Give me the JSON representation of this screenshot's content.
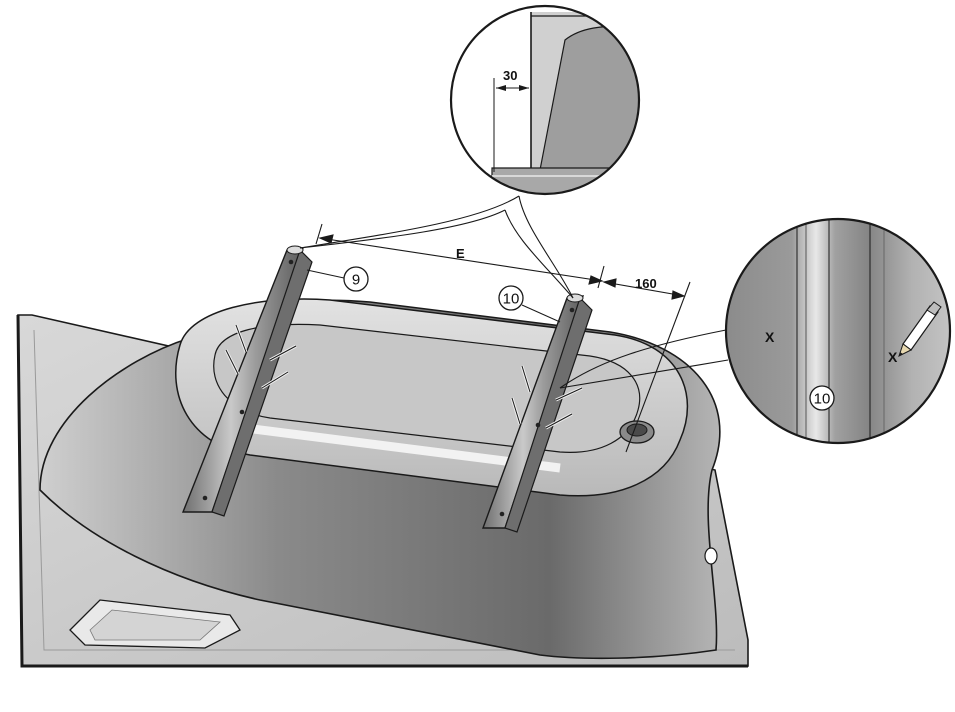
{
  "diagram": {
    "dimensions": {
      "inset_offset": "30",
      "rail_spacing": "E",
      "rail_to_drain": "160"
    },
    "callouts": {
      "rail_left": "9",
      "rail_right": "10",
      "inset_rail": "10"
    },
    "marks": {
      "mark_a": "X",
      "mark_b": "X"
    },
    "colors": {
      "outline": "#1a1a1a",
      "tub_light": "#d6d6d6",
      "tub_mid": "#a9a9a9",
      "tub_dark": "#6e6e6e",
      "rail": "#8e8e8e",
      "rail_highlight": "#e6e6e6",
      "background": "#ffffff"
    },
    "icons": [
      "pencil-icon",
      "magnifier-inset-icon"
    ]
  }
}
